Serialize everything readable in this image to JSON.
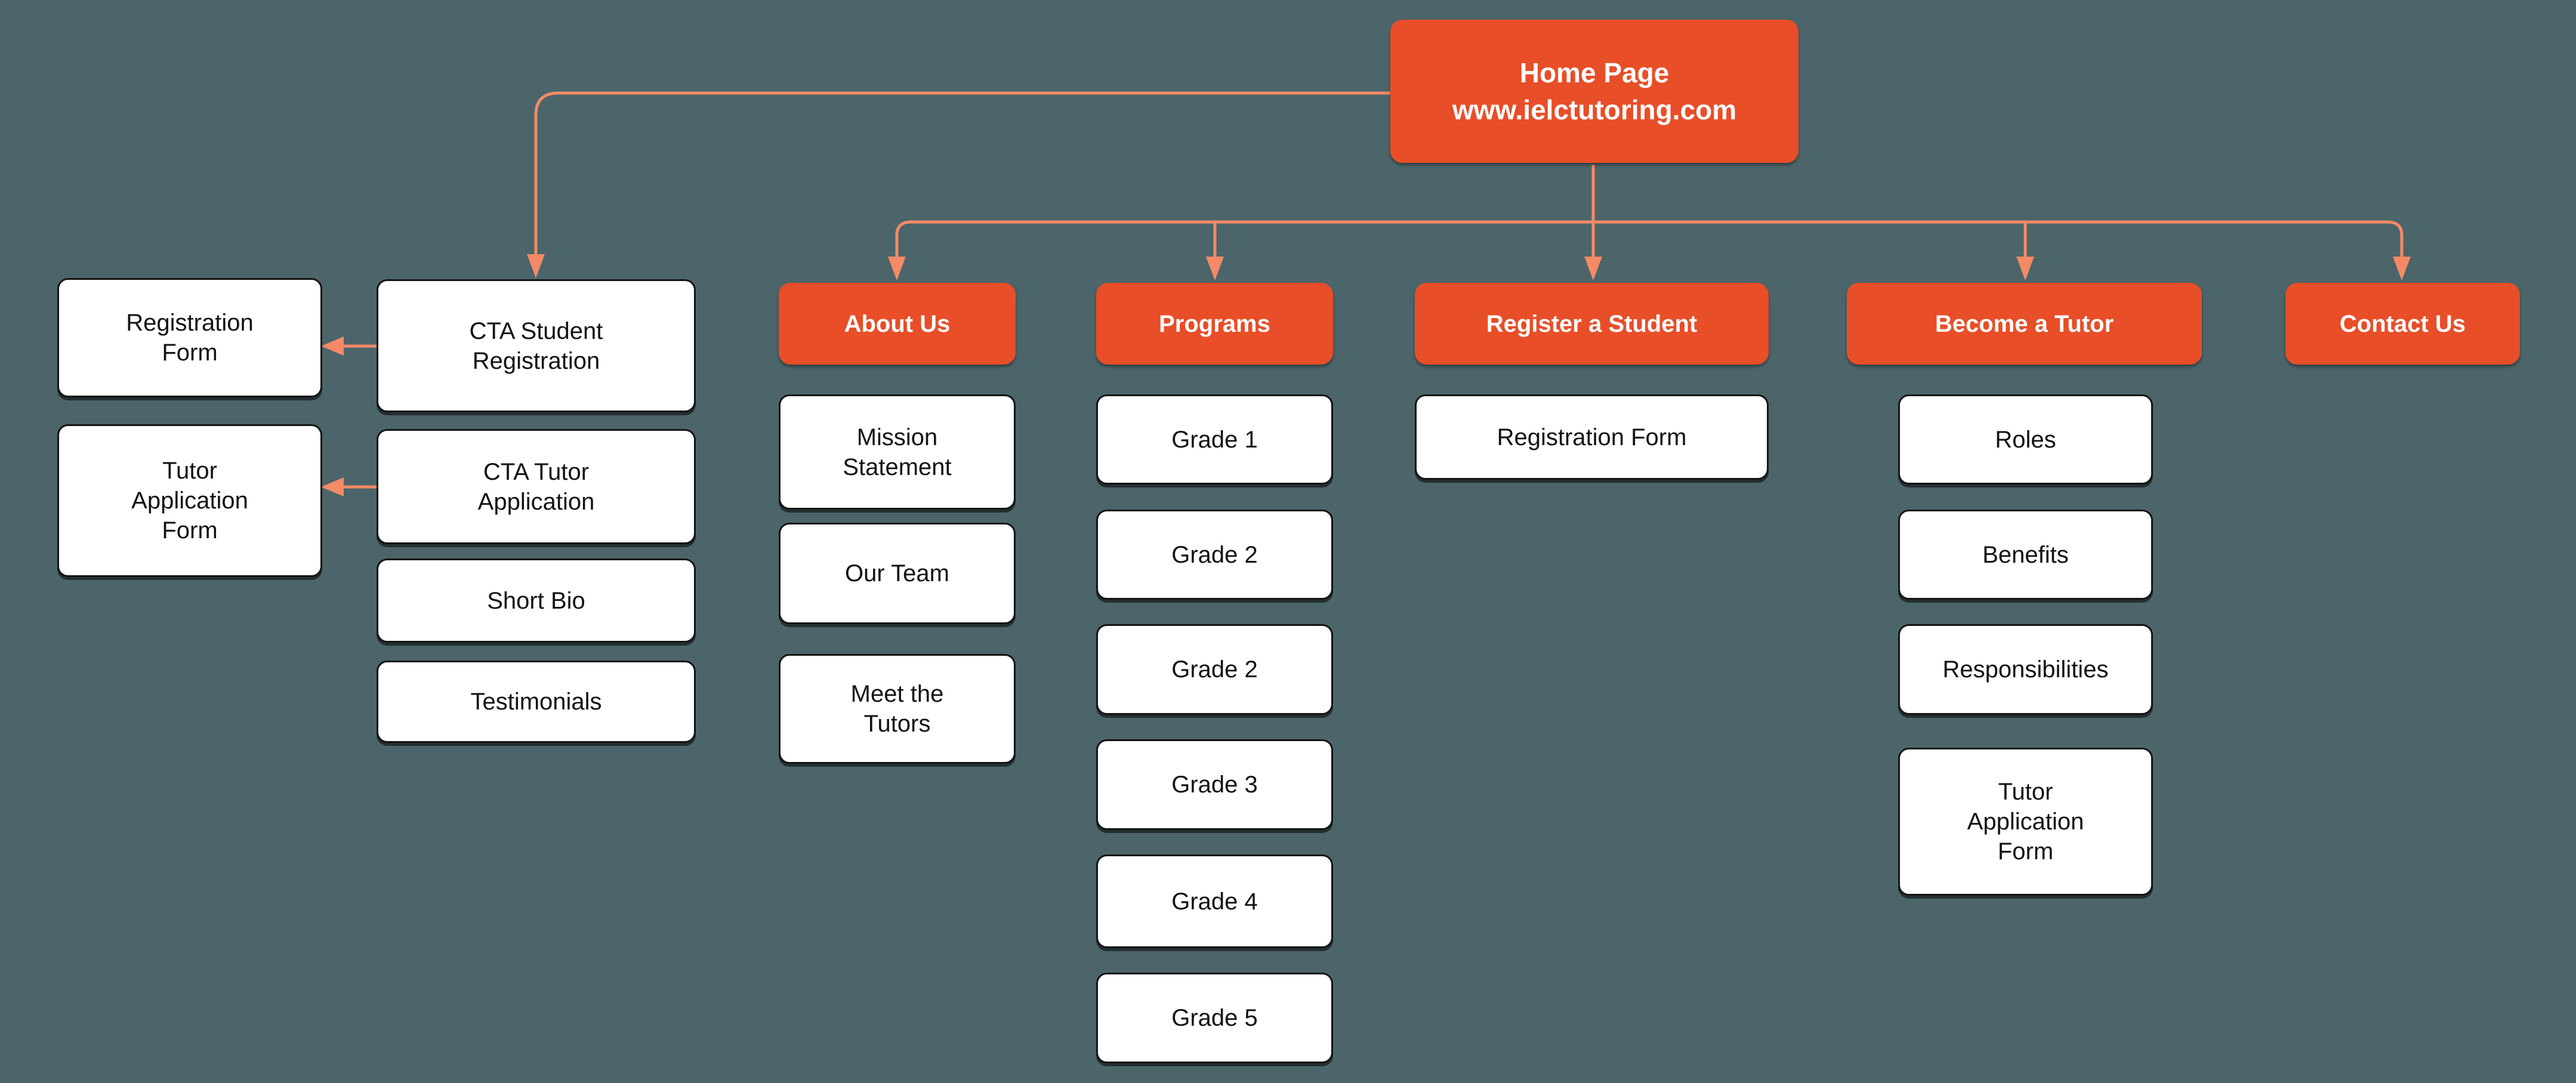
{
  "diagram": {
    "title": "IELC Tutoring sitemap",
    "colors": {
      "background": "#4B656A",
      "accent": "#E84E28",
      "connector": "#F48A66",
      "node_background": "#FFFFFF",
      "node_border": "#141414",
      "text_dark": "#121212",
      "text_light": "#FFFFFF"
    }
  },
  "nodes": {
    "home": "Home Page\nwww.ielctutoring.com",
    "registration_form_left": "Registration\nForm",
    "cta_student_registration": "CTA Student\nRegistration",
    "tutor_application_form_left": "Tutor\nApplication\nForm",
    "cta_tutor_application": "CTA Tutor\nApplication",
    "short_bio": "Short Bio",
    "testimonials": "Testimonials",
    "about_us": "About Us",
    "mission_statement": "Mission\nStatement",
    "our_team": "Our Team",
    "meet_the_tutors": "Meet the\nTutors",
    "programs": "Programs",
    "grade_1": "Grade 1",
    "grade_2a": "Grade 2",
    "grade_2b": "Grade 2",
    "grade_3": "Grade 3",
    "grade_4": "Grade 4",
    "grade_5": "Grade 5",
    "register_a_student": "Register a Student",
    "registration_form_child": "Registration Form",
    "become_a_tutor": "Become a Tutor",
    "roles": "Roles",
    "benefits": "Benefits",
    "responsibilities": "Responsibilities",
    "tutor_application_form_child": "Tutor\nApplication\nForm",
    "contact_us": "Contact Us"
  }
}
